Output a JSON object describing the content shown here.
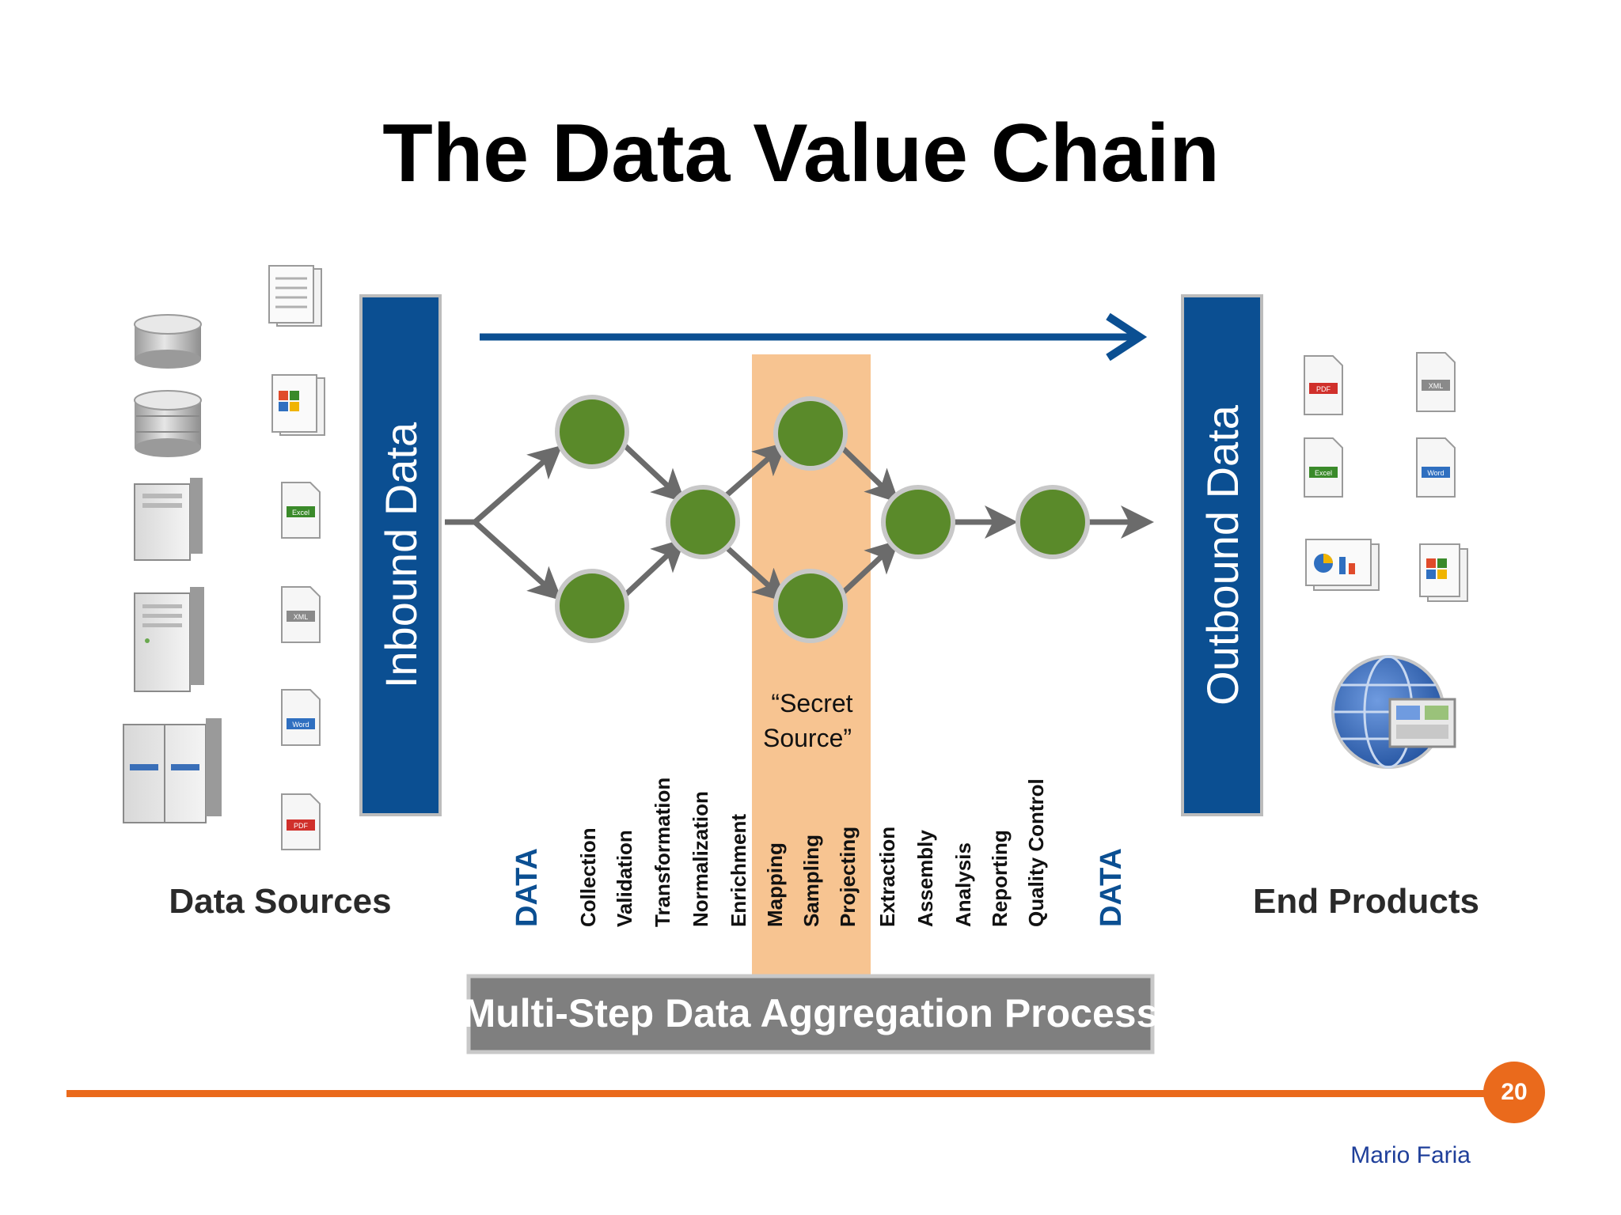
{
  "slide": {
    "title": "The Data Value Chain",
    "page_number": "20",
    "author": "Mario Faria"
  },
  "diagram": {
    "inbound_label": "Inbound Data",
    "outbound_label": "Outbound Data",
    "data_sources_label": "Data Sources",
    "end_products_label": "End Products",
    "secret_source_line1": "“Secret",
    "secret_source_line2": "Source”",
    "process_label": "Multi-Step Data Aggregation Process",
    "data_left": "DATA",
    "data_right": "DATA",
    "steps": [
      "Collection",
      "Validation",
      "Transformation",
      "Normalization",
      "Enrichment",
      "Mapping",
      "Sampling",
      "Projecting",
      "Extraction",
      "Assembly",
      "Analysis",
      "Reporting",
      "Quality Control"
    ],
    "doc_badges": {
      "source_excel": "Excel",
      "source_xml": "XML",
      "source_word": "Word",
      "source_pdf": "PDF",
      "product_pdf": "PDF",
      "product_xml": "XML",
      "product_excel": "Excel",
      "product_word": "Word"
    }
  },
  "colors": {
    "blue_bar": "#0b4f92",
    "green_node": "#5a8a2a",
    "secret_band": "#f7c491",
    "process_bar": "#7f7f7f",
    "accent_orange": "#ea6a1c",
    "step_text": "#111111",
    "data_text": "#0b4f92"
  }
}
